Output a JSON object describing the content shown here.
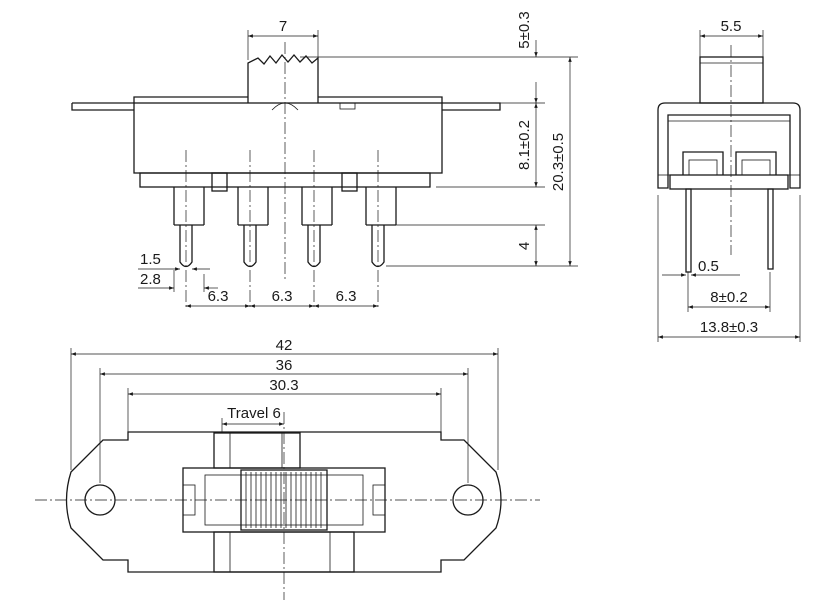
{
  "side_view": {
    "actuator_width": "7",
    "actuator_height": "5±0.3",
    "body_height": "8.1±0.2",
    "total_height": "20.3±0.5",
    "pin_length": "4",
    "pin_width": "1.5",
    "pin_shoulder": "2.8",
    "pitch_1": "6.3",
    "pitch_2": "6.3",
    "pitch_3": "6.3"
  },
  "end_view": {
    "actuator_width": "5.5",
    "pin_thickness": "0.5",
    "pin_row_spacing": "8±0.2",
    "body_width": "13.8±0.3"
  },
  "top_view": {
    "overall_length": "42",
    "mount_hole_spacing": "36",
    "body_length": "30.3",
    "travel": "Travel 6"
  },
  "colors": {
    "line": "#1a1a1a",
    "background": "#ffffff"
  }
}
